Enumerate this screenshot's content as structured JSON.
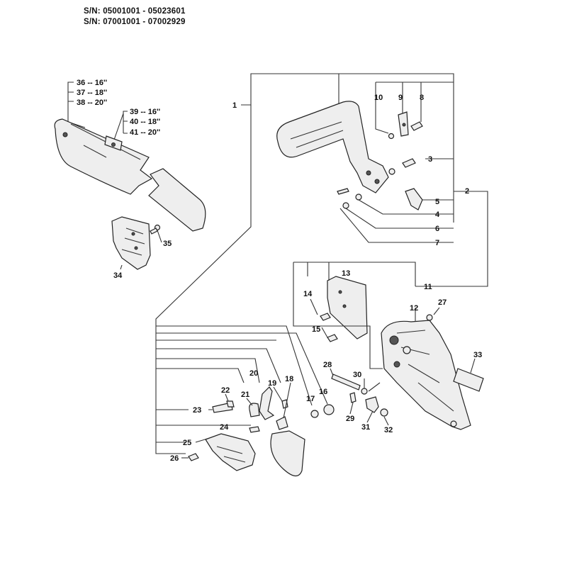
{
  "header": {
    "serial_line_1": "S/N: 05001001 - 05023601",
    "serial_line_2": "S/N: 07001001 - 07002929"
  },
  "bar_sizes": [
    {
      "num": "36",
      "size": "16''"
    },
    {
      "num": "37",
      "size": "18''"
    },
    {
      "num": "38",
      "size": "20''"
    }
  ],
  "chain_sizes": [
    {
      "num": "39",
      "size": "16''"
    },
    {
      "num": "40",
      "size": "18''"
    },
    {
      "num": "41",
      "size": "20''"
    }
  ],
  "callouts": [
    "1",
    "2",
    "3",
    "4",
    "5",
    "6",
    "7",
    "8",
    "9",
    "10",
    "11",
    "12",
    "13",
    "14",
    "15",
    "16",
    "17",
    "18",
    "19",
    "20",
    "21",
    "22",
    "23",
    "24",
    "25",
    "26",
    "27",
    "28",
    "29",
    "30",
    "31",
    "32",
    "33",
    "34",
    "35"
  ],
  "size_separator": "--"
}
